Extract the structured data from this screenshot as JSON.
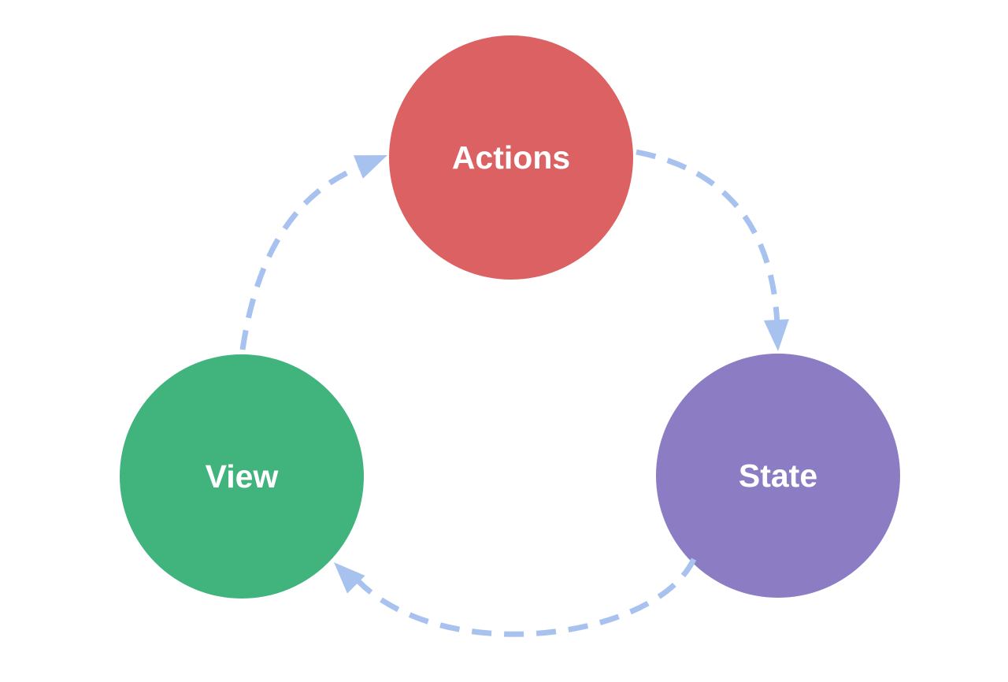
{
  "canvas": {
    "background": "#ffffff"
  },
  "diagram": {
    "type": "cycle-flow-diagram",
    "nodes": {
      "actions": {
        "label": "Actions",
        "color": "#dc6163"
      },
      "state": {
        "label": "State",
        "color": "#8b7cc4"
      },
      "view": {
        "label": "View",
        "color": "#41b47e"
      }
    },
    "label_color": "#ffffff",
    "arrows": {
      "color": "#a8c2f0",
      "style": "dashed",
      "edges": [
        {
          "from": "Actions",
          "to": "State"
        },
        {
          "from": "State",
          "to": "View"
        },
        {
          "from": "View",
          "to": "Actions"
        }
      ]
    }
  }
}
